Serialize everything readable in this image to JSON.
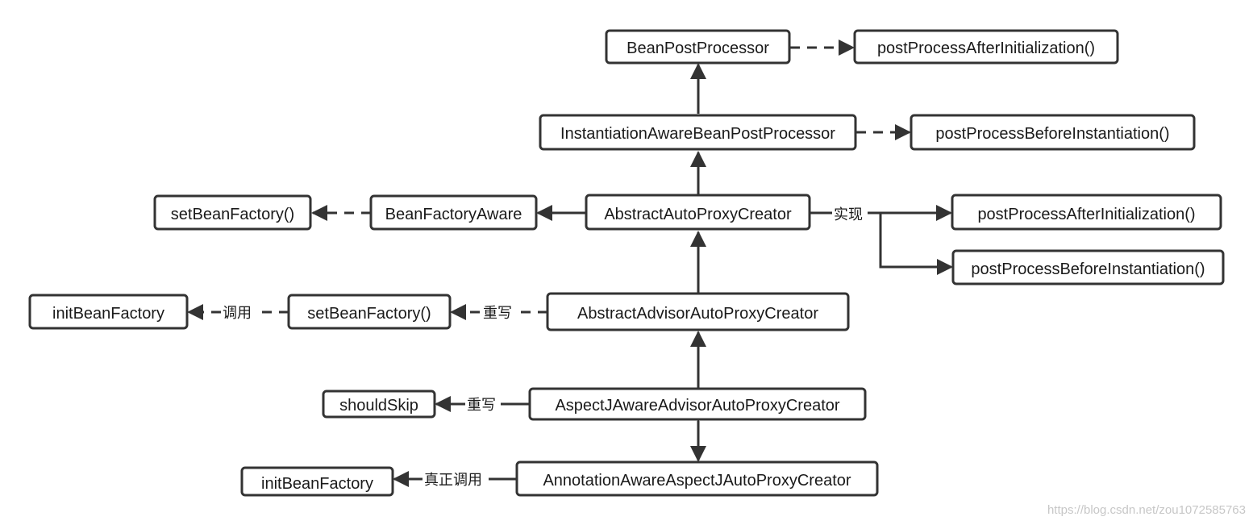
{
  "nodes": {
    "bpp": "BeanPostProcessor",
    "bpp_after": "postProcessAfterInitialization()",
    "iabpp": "InstantiationAwareBeanPostProcessor",
    "iabpp_before": "postProcessBeforeInstantiation()",
    "set_bf_1": "setBeanFactory()",
    "bfa": "BeanFactoryAware",
    "aapc": "AbstractAutoProxyCreator",
    "aapc_after": "postProcessAfterInitialization()",
    "aapc_before": "postProcessBeforeInstantiation()",
    "init_bf_1": "initBeanFactory",
    "set_bf_2": "setBeanFactory()",
    "aaapc": "AbstractAdvisorAutoProxyCreator",
    "should_skip": "shouldSkip",
    "ajaaapc": "AspectJAwareAdvisorAutoProxyCreator",
    "init_bf_2": "initBeanFactory",
    "aaajapc": "AnnotationAwareAspectJAutoProxyCreator"
  },
  "edge_labels": {
    "implement": "实现",
    "call": "调用",
    "override_1": "重写",
    "override_2": "重写",
    "real_call": "真正调用"
  },
  "watermark": "https://blog.csdn.net/zou1072585763",
  "colors": {
    "stroke": "#333333",
    "text": "#1a1a1a",
    "background": "#ffffff",
    "watermark": "#c7c7c7"
  }
}
